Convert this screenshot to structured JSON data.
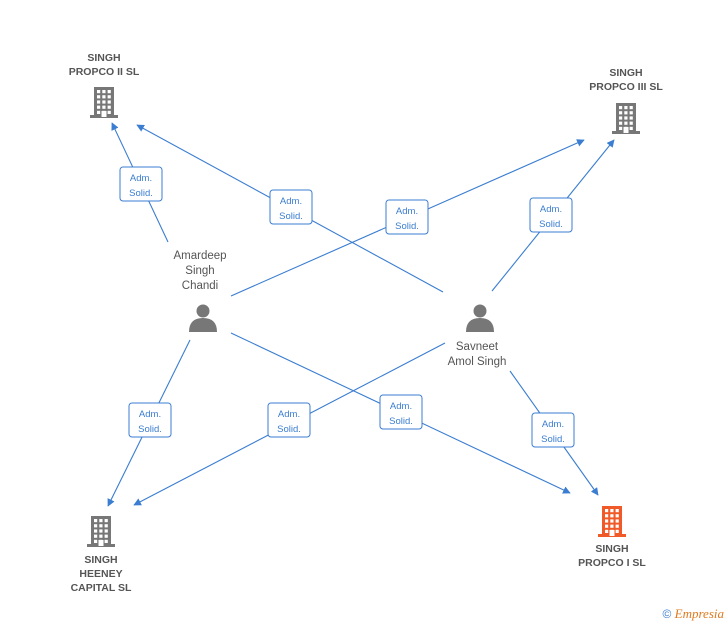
{
  "diagram": {
    "companies": [
      {
        "id": "c1",
        "lines": [
          "SINGH",
          "PROPCO II  SL"
        ],
        "color": "#777777"
      },
      {
        "id": "c2",
        "lines": [
          "SINGH",
          "PROPCO III  SL"
        ],
        "color": "#777777"
      },
      {
        "id": "c3",
        "lines": [
          "SINGH",
          "HEENEY",
          "CAPITAL  SL"
        ],
        "color": "#777777"
      },
      {
        "id": "c4",
        "lines": [
          "SINGH",
          "PROPCO I  SL"
        ],
        "color": "#f05a28"
      }
    ],
    "persons": [
      {
        "id": "p1",
        "lines": [
          "Amardeep",
          "Singh",
          "Chandi"
        ],
        "color": "#777777"
      },
      {
        "id": "p2",
        "lines": [
          "Savneet",
          "Amol Singh"
        ],
        "color": "#777777"
      }
    ],
    "edges": [
      {
        "from": "p1",
        "to": "c1",
        "label": [
          "Adm.",
          "Solid."
        ]
      },
      {
        "from": "p2",
        "to": "c1",
        "label": [
          "Adm.",
          "Solid."
        ]
      },
      {
        "from": "p1",
        "to": "c2",
        "label": [
          "Adm.",
          "Solid."
        ]
      },
      {
        "from": "p2",
        "to": "c2",
        "label": [
          "Adm.",
          "Solid."
        ]
      },
      {
        "from": "p1",
        "to": "c3",
        "label": [
          "Adm.",
          "Solid."
        ]
      },
      {
        "from": "p2",
        "to": "c3",
        "label": [
          "Adm.",
          "Solid."
        ]
      },
      {
        "from": "p1",
        "to": "c4",
        "label": [
          "Adm.",
          "Solid."
        ]
      },
      {
        "from": "p2",
        "to": "c4",
        "label": [
          "Adm.",
          "Solid."
        ]
      }
    ]
  },
  "watermark": {
    "symbol": "©",
    "brand": "Empresia"
  },
  "colors": {
    "edge": "#3a7dd1",
    "highlight": "#f05a28",
    "node": "#777777"
  }
}
